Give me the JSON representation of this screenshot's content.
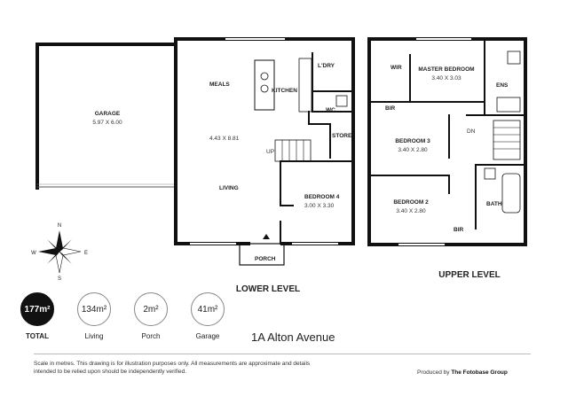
{
  "lower_level": {
    "label": "LOWER LEVEL",
    "rooms": {
      "garage": {
        "name": "GARAGE",
        "dims": "5.97 X 6.00"
      },
      "meals": {
        "name": "MEALS"
      },
      "kitchen": {
        "name": "KITCHEN"
      },
      "living": {
        "name": "LIVING",
        "dims": "4.43 X 8.81"
      },
      "laundry": {
        "name": "L'DRY"
      },
      "wc": {
        "name": "WC"
      },
      "store": {
        "name": "STORE"
      },
      "bedroom4": {
        "name": "BEDROOM 4",
        "dims": "3.00 X 3.30"
      },
      "porch": {
        "name": "PORCH"
      },
      "stair_label": "UP"
    }
  },
  "upper_level": {
    "label": "UPPER LEVEL",
    "rooms": {
      "wir": {
        "name": "WIR"
      },
      "master": {
        "name": "MASTER BEDROOM",
        "dims": "3.40 X 3.03"
      },
      "ens": {
        "name": "ENS"
      },
      "bir_top": {
        "name": "BIR"
      },
      "bedroom3": {
        "name": "BEDROOM 3",
        "dims": "3.40 X 2.80"
      },
      "bedroom2": {
        "name": "BEDROOM 2",
        "dims": "3.40 X 2.80"
      },
      "bath": {
        "name": "BATH"
      },
      "bir_bottom": {
        "name": "BIR"
      },
      "stair_label": "DN"
    }
  },
  "compass": {
    "n": "N",
    "s": "S",
    "e": "E",
    "w": "W"
  },
  "stats": [
    {
      "value": "177m²",
      "caption": "TOTAL",
      "highlight": true
    },
    {
      "value": "134m²",
      "caption": "Living",
      "highlight": false
    },
    {
      "value": "2m²",
      "caption": "Porch",
      "highlight": false
    },
    {
      "value": "41m²",
      "caption": "Garage",
      "highlight": false
    }
  ],
  "address": "1A Alton Avenue",
  "disclaimer": "Scale in metres. This drawing is for illustration purposes only. All measurements are approximate and details intended to be relied upon should be independently verified.",
  "credit": {
    "prefix": "Produced by",
    "company": "The Fotobase Group"
  }
}
